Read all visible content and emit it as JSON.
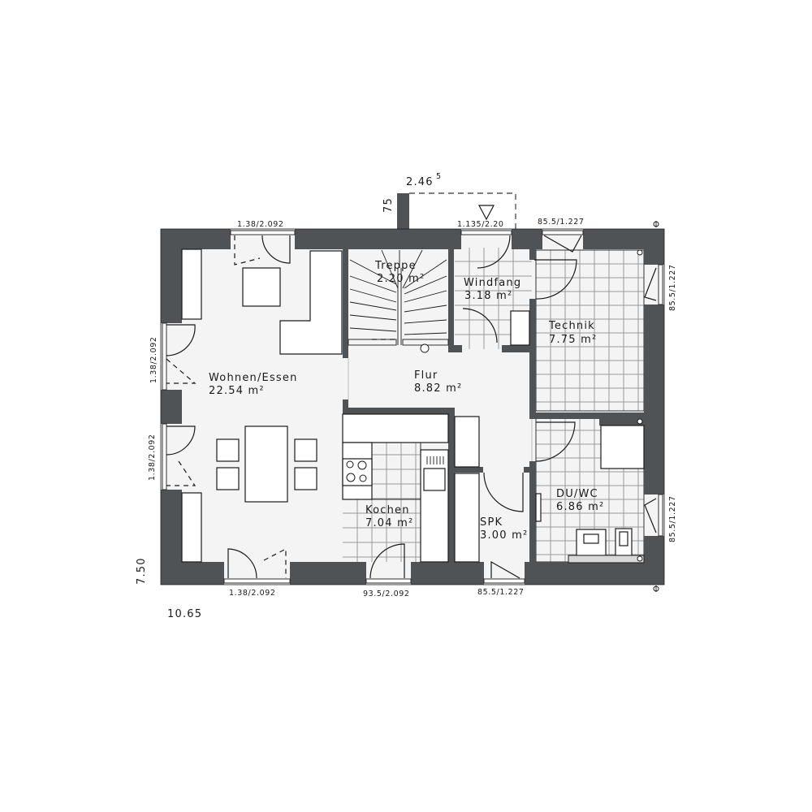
{
  "plan": {
    "overall_width": "10.65",
    "overall_depth": "7.50",
    "bay_width": "2.46",
    "bay_width_sup": "5",
    "bay_depth": "75"
  },
  "rooms": [
    {
      "id": "wohnen",
      "name": "Wohnen/Essen",
      "area": "22.54 m²"
    },
    {
      "id": "treppe",
      "name": "Treppe",
      "area": "2.20 m²"
    },
    {
      "id": "windfang",
      "name": "Windfang",
      "area": "3.18 m²"
    },
    {
      "id": "technik",
      "name": "Technik",
      "area": "7.75 m²"
    },
    {
      "id": "flur",
      "name": "Flur",
      "area": "8.82 m²"
    },
    {
      "id": "kochen",
      "name": "Kochen",
      "area": "7.04 m²"
    },
    {
      "id": "spk",
      "name": "SPK",
      "area": "3.00 m²"
    },
    {
      "id": "duwc",
      "name": "DU/WC",
      "area": "6.86 m²"
    }
  ],
  "openings": {
    "top_living": "1.38/2.092",
    "top_entry": "1.135/2.20",
    "top_technik": "85.5/1.227",
    "right_technik": "85.5/1.227",
    "right_bath": "85.5/1.227",
    "left_upper": "1.38/2.092",
    "left_lower": "1.38/2.092",
    "bottom_living": "1.38/2.092",
    "bottom_kitchen": "93.5/2.092",
    "bottom_spk": "85.5/1.227"
  }
}
